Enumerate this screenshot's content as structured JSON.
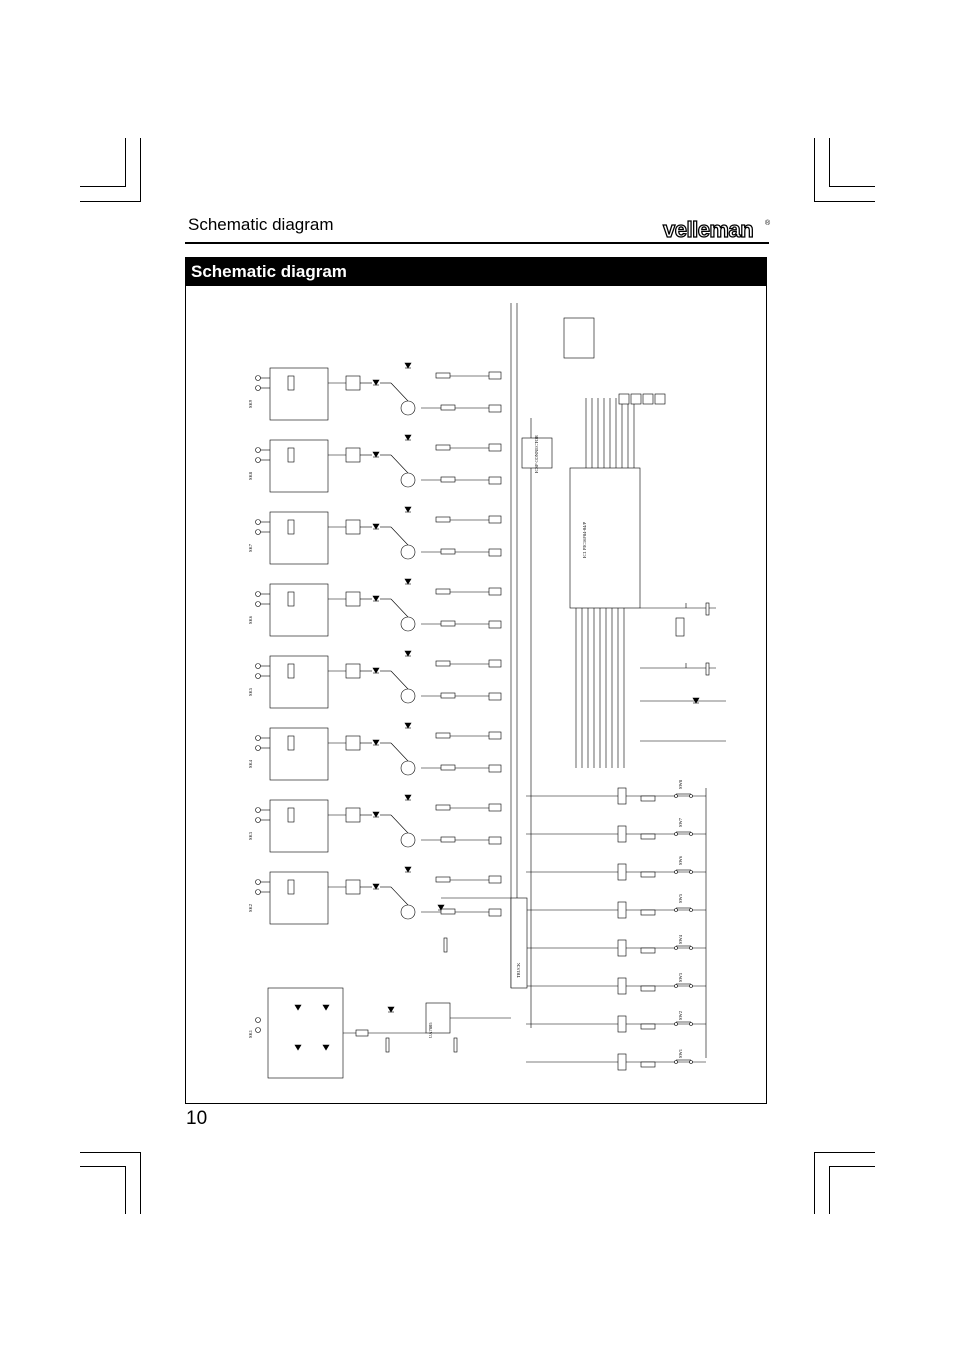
{
  "header": {
    "title": "Schematic diagram",
    "logo_text": "velleman",
    "logo_mark": "®"
  },
  "section": {
    "title": "Schematic diagram"
  },
  "page": {
    "number": "10"
  },
  "schematic": {
    "mcu_label": "IC1 PIC16F84-04/P",
    "connector_label": "ICSP CONNECTOR",
    "relay_labels": [
      "SK9",
      "SK8",
      "SK7",
      "SK6",
      "SK5",
      "SK4",
      "SK3",
      "SK2"
    ],
    "psu_label": "SK1",
    "regulator_label": "UA7805",
    "keypad_labels": [
      "SW1",
      "SW2",
      "SW3",
      "SW4",
      "SW5",
      "SW6",
      "SW7",
      "SW8"
    ],
    "main_ic_label": "TRUCK"
  }
}
